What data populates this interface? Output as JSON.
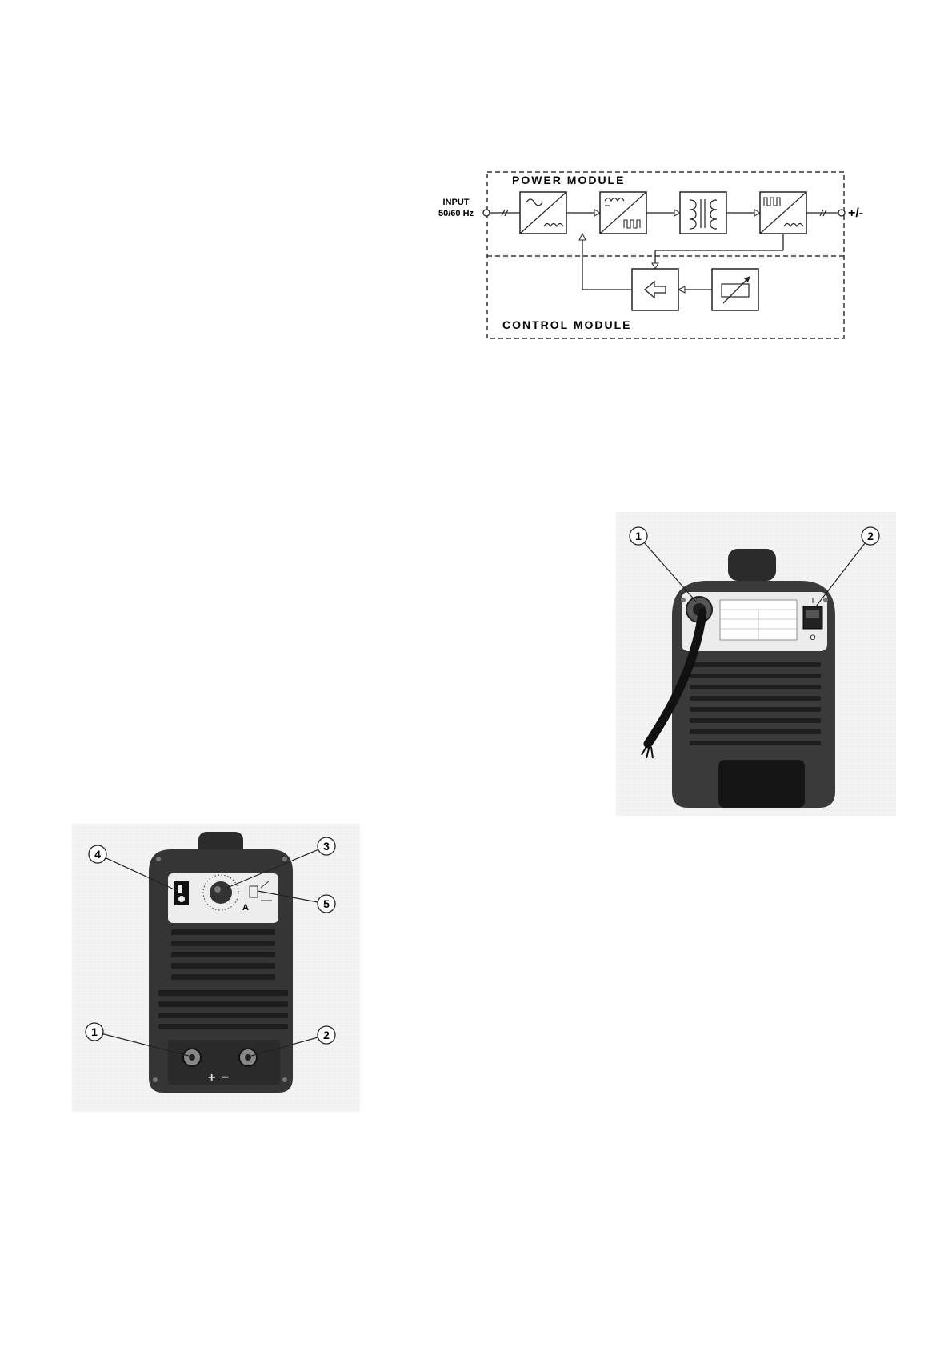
{
  "block_diagram": {
    "power_label": "POWER MODULE",
    "control_label": "CONTROL MODULE",
    "input_line1": "INPUT",
    "input_line2": "50/60 Hz",
    "output_label": "+/-",
    "blocks": [
      {
        "name": "rectifier-block",
        "icon": "ac-dc-icon"
      },
      {
        "name": "inverter-block",
        "icon": "dc-pulse-icon"
      },
      {
        "name": "transformer-block",
        "icon": "transformer-icon"
      },
      {
        "name": "output-rectifier-block",
        "icon": "pulse-dc-icon"
      },
      {
        "name": "control-comparator-block",
        "icon": "comparator-icon"
      },
      {
        "name": "current-adjust-block",
        "icon": "potentiometer-icon"
      }
    ]
  },
  "front_panel": {
    "callouts": [
      "1",
      "2",
      "3",
      "4",
      "5"
    ],
    "polarity_plus": "+",
    "polarity_minus": "−",
    "dial_unit": "A"
  },
  "rear_panel": {
    "callouts": [
      "1",
      "2"
    ],
    "switch_on": "I",
    "switch_off": "O"
  }
}
